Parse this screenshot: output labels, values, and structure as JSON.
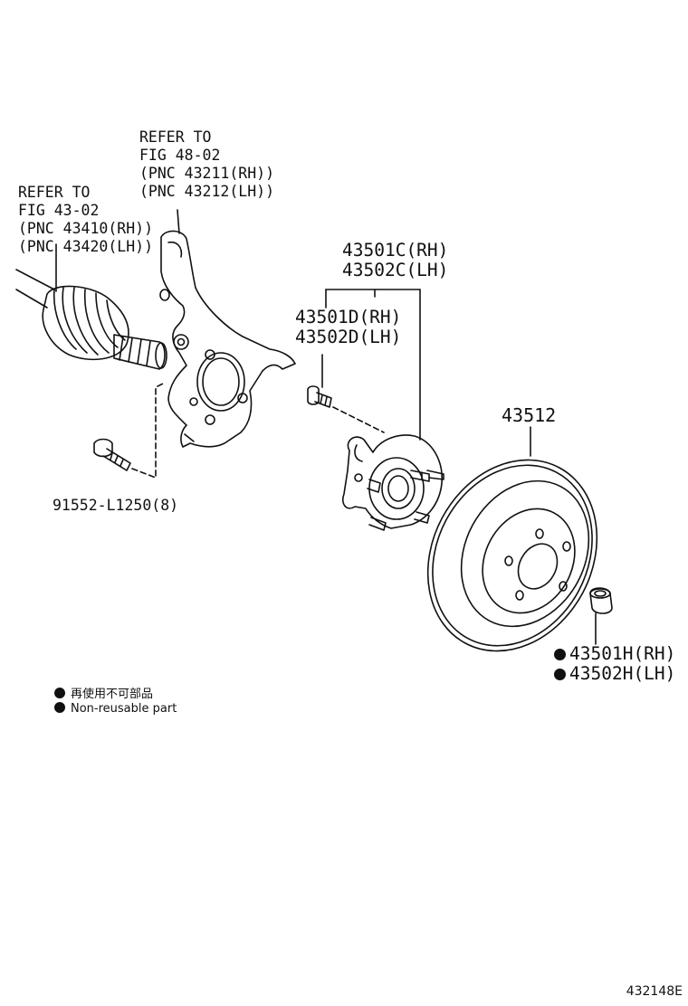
{
  "callouts": {
    "knuckle_ref": [
      "REFER TO",
      "FIG 48-02",
      "(PNC 43211(RH))",
      "(PNC 43212(LH))"
    ],
    "shaft_ref": [
      "REFER TO",
      "FIG 43-02",
      "(PNC 43410(RH))",
      "(PNC 43420(LH))"
    ],
    "hub_assy": [
      "43501C(RH)",
      "43502C(LH)"
    ],
    "hub_bolt": [
      "43501D(RH)",
      "43502D(LH)"
    ],
    "rotor": "43512",
    "knuckle_bolt": "91552-L1250(8)",
    "hub_nut": [
      "43501H(RH)",
      "43502H(LH)"
    ]
  },
  "legend": {
    "items": [
      "再使用不可部品",
      "Non-reusable part"
    ]
  },
  "figure_id": "432148E"
}
